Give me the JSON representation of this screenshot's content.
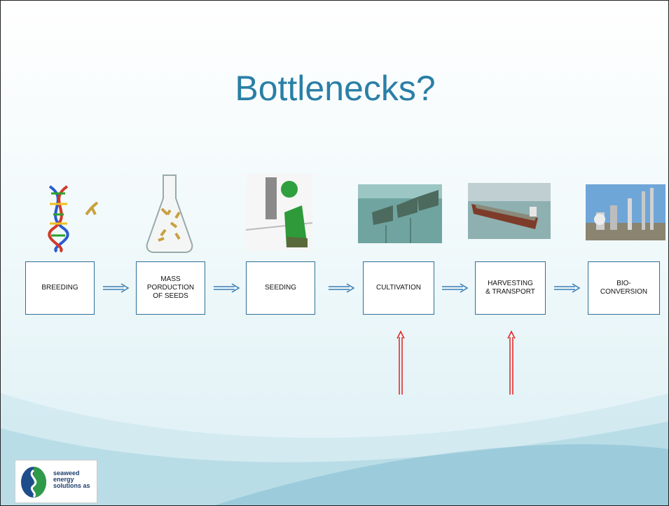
{
  "slide": {
    "title": "Bottlenecks?"
  },
  "steps": [
    {
      "label": "BREEDING"
    },
    {
      "label": "MASS\nPORDUCTION\nOF SEEDS"
    },
    {
      "label": "SEEDING"
    },
    {
      "label": "CULTIVATION"
    },
    {
      "label": "HARVESTING\n& TRANSPORT"
    },
    {
      "label": "BIO-\nCONVERSION"
    }
  ],
  "bottleneck_markers": [
    "CULTIVATION",
    "HARVESTING & TRANSPORT"
  ],
  "logo": {
    "text": "seaweed\nenergy\nsolutions as",
    "icon": "seaweed-logo-icon"
  },
  "colors": {
    "title": "#2a7fa6",
    "box_border": "#2f6f97",
    "flow_arrow": "#3b7db3",
    "bottleneck_arrow": "#e02020"
  }
}
